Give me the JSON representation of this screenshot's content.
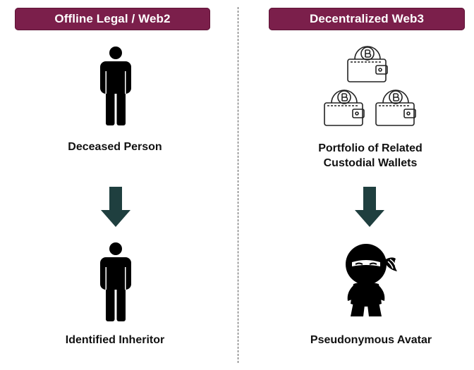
{
  "headers": {
    "left": "Offline Legal / Web2",
    "right": "Decentralized Web3"
  },
  "left_column": {
    "top_label": "Deceased Person",
    "bottom_label": "Identified Inheritor"
  },
  "right_column": {
    "top_label_line1": "Portfolio of Related",
    "top_label_line2": "Custodial Wallets",
    "bottom_label": "Pseudonymous Avatar"
  },
  "colors": {
    "header_bg": "#7b1f4b",
    "header_text": "#ffffff",
    "arrow": "#1f3f3f",
    "figure": "#000000"
  },
  "icons": [
    "person-icon",
    "wallet-icon",
    "down-arrow-icon",
    "ninja-avatar-icon"
  ]
}
